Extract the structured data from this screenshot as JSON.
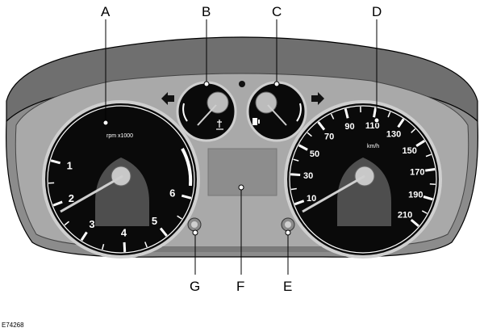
{
  "callouts": {
    "a": "A",
    "b": "B",
    "c": "C",
    "d": "D",
    "e": "E",
    "f": "F",
    "g": "G"
  },
  "tachometer": {
    "labels": [
      "1",
      "2",
      "3",
      "4",
      "5",
      "6"
    ],
    "unit": "rpm x1000"
  },
  "speedometer": {
    "labels": [
      "10",
      "30",
      "50",
      "70",
      "90",
      "110",
      "130",
      "150",
      "170",
      "190",
      "210"
    ],
    "unit": "km/h"
  },
  "reference_code": "E74268",
  "icons": [
    "arrow-left-icon",
    "arrow-right-icon",
    "coolant-temperature-icon",
    "fuel-pump-icon"
  ],
  "colors": {
    "dial": "#0a0a0a",
    "panel": "#a9a9a9",
    "cluster_outer": "#6f6f6f",
    "display": "#8d8d8d"
  }
}
